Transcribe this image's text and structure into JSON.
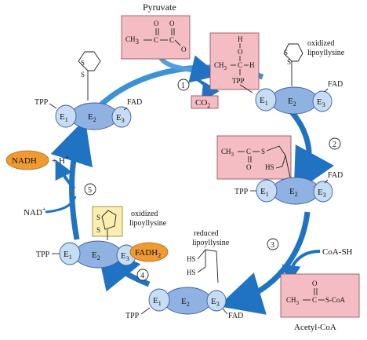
{
  "pyruvate": {
    "label": "Pyruvate",
    "ch3": "CH",
    "ch3_sub": "3",
    "c": "C",
    "c2": "C",
    "o": "O",
    "o2": "O",
    "ominus": "O"
  },
  "hydroxyethyl": {
    "ch3": "CH",
    "ch3_sub": "3",
    "c": "C",
    "h": "H",
    "o": "O",
    "h2": "H",
    "tpp": "TPP"
  },
  "co2": {
    "text": "CO",
    "sub": "2"
  },
  "acetyl_lipoyl": {
    "ch3": "CH",
    "ch3_sub": "3",
    "c": "C",
    "s": "S",
    "o": "O",
    "hs": "HS"
  },
  "acetyl_coa": {
    "ch3": "CH",
    "ch3_sub": "3",
    "c": "C",
    "o": "O",
    "scoa": "S-CoA",
    "label": "Acetyl-CoA"
  },
  "coa_sh": "CoA-SH",
  "nadh": {
    "text": "NADH",
    "plus_h": "+ H",
    "plus_sup": "+"
  },
  "nad": {
    "text": "NAD",
    "sup": "+"
  },
  "fadh2": {
    "text": "FADH",
    "sub": "2"
  },
  "labels": {
    "oxidized_lipoyllysine_a1": "oxidized",
    "oxidized_lipoyllysine_a2": "lipoyllysine",
    "oxidized_lipoyllysine_b1": "oxidized",
    "oxidized_lipoyllysine_b2": "lipoyllysine",
    "reduced_lipoyllysine_1": "reduced",
    "reduced_lipoyllysine_2": "lipoyllysine",
    "s": "S",
    "hs": "HS"
  },
  "steps": [
    "1",
    "2",
    "3",
    "4",
    "5"
  ],
  "complexes": [
    {
      "e1": "E",
      "e1_sub": "1",
      "e2": "E",
      "e2_sub": "2",
      "e3": "E",
      "e3_sub": "3",
      "tpp": "TPP",
      "fad": "FAD"
    },
    {
      "e1": "E",
      "e1_sub": "1",
      "e2": "E",
      "e2_sub": "2",
      "e3": "E",
      "e3_sub": "3",
      "tpp": "",
      "fad": "FAD"
    },
    {
      "e1": "E",
      "e1_sub": "1",
      "e2": "E",
      "e2_sub": "2",
      "e3": "E",
      "e3_sub": "3",
      "tpp": "TPP",
      "fad": "FAD"
    },
    {
      "e1": "E",
      "e1_sub": "1",
      "e2": "E",
      "e2_sub": "2",
      "e3": "E",
      "e3_sub": "3",
      "tpp": "TPP",
      "fad": "FAD"
    },
    {
      "e1": "E",
      "e1_sub": "1",
      "e2": "E",
      "e2_sub": "2",
      "e3": "E",
      "e3_sub": "3",
      "tpp": "TPP",
      "fad": ""
    }
  ],
  "colors": {
    "arrow_blue": "#2b7fc9",
    "pink_box": "#f4bcc3",
    "yellow_box": "#fbefb0",
    "e2_fill": "#8fb2e2",
    "e13_fill": "#c7ddf3",
    "orange": "#ef9a32"
  }
}
